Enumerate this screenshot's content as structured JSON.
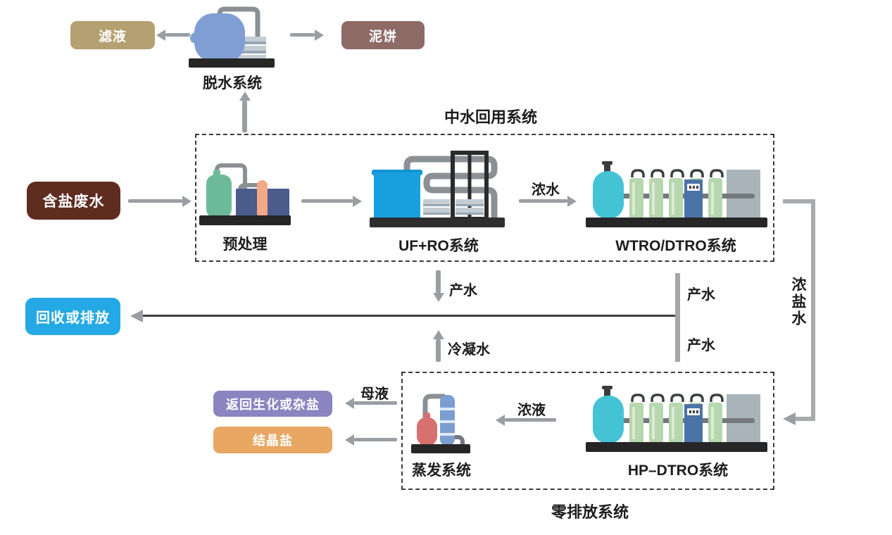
{
  "titles": {
    "reuse_system": "中水回用系统",
    "zero_discharge_system": "零排放系统"
  },
  "nodes": {
    "filtrate": "滤液",
    "mud_cake": "泥饼",
    "dewatering_system": "脱水系统",
    "saline_wastewater": "含盐废水",
    "pretreatment": "预处理",
    "uf_ro_system": "UF+RO系统",
    "wtro_dtro_system": "WTRO/DTRO系统",
    "recycle_or_discharge": "回收或排放",
    "return_biochemical_or_mixed_salt": "返回生化或杂盐",
    "crystallized_salt": "结晶盐",
    "evaporation_system": "蒸发系统",
    "hp_dtro_system": "HP–DTRO系统"
  },
  "flows": {
    "concentrated_water": "浓水",
    "product_water_uf_ro": "产水",
    "product_water_wtro": "产水",
    "product_water_hp_dtro": "产水",
    "concentrated_brine": "浓盐水",
    "condensate_water": "冷凝水",
    "mother_liquor": "母液",
    "concentrated_liquor": "浓液"
  },
  "colors": {
    "filtrate_bg": "#b5a071",
    "mud_cake_bg": "#8e6a66",
    "saline_wastewater_bg": "#5e2d20",
    "recycle_bg": "#25a9e4",
    "return_bg": "#8a84c0",
    "crystallized_salt_bg": "#e8a763",
    "arrow_gray": "#999ea3",
    "main_line": "#3f3f42"
  }
}
